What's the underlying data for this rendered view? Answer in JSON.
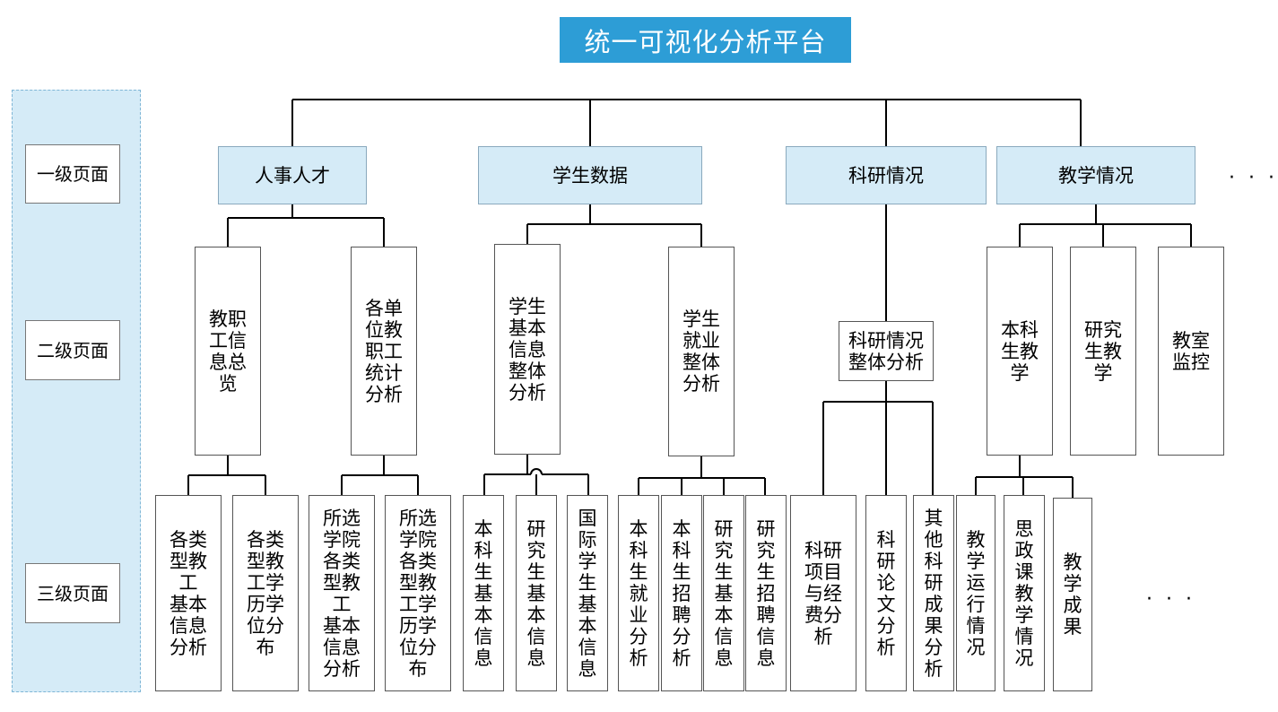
{
  "title": "统一可视化分析平台",
  "levels": {
    "l1": "一级页面",
    "l2": "二级页面",
    "l3": "三级页面"
  },
  "first_level": {
    "hr": "人事人才",
    "students": "学生数据",
    "research": "科研情况",
    "teaching": "教学情况"
  },
  "second_level": {
    "hr_1": "教职\n工信\n息总\n览",
    "hr_2": "各单\n位教\n职工\n统计\n分析",
    "stu_1": "学生\n基本\n信息\n整体\n分析",
    "stu_2": "学生\n就业\n整体\n分析",
    "res_1": "科研情况\n整体分析",
    "tea_1": "本科\n生教\n学",
    "tea_2": "研究\n生教\n学",
    "tea_3": "教室\n监控"
  },
  "third_level": {
    "hr_1a": "各类\n型教\n工\n基本\n信息\n分析",
    "hr_1b": "各类\n型教\n工学\n历学\n位分\n布",
    "hr_2a": "所选\n学院\n各类\n型教\n工\n基本\n信息\n分析",
    "hr_2b": "所选\n学院\n各类\n型教\n工学\n历学\n位分\n布",
    "stu_1a": "本\n科\n生\n基\n本\n信\n息",
    "stu_1b": "研\n究\n生\n基\n本\n信\n息",
    "stu_1c": "国\n际\n学\n生\n基\n本\n信\n息",
    "stu_2a": "本\n科\n生\n就\n业\n分\n析",
    "stu_2b": "本\n科\n生\n招\n聘\n分\n析",
    "stu_2c": "研\n究\n生\n基\n本\n信\n息",
    "stu_2d": "研\n究\n生\n招\n聘\n信\n息",
    "res_1a": "科研\n项目\n与经\n费分\n析",
    "res_1b": "科\n研\n论\n文\n分\n析",
    "res_1c": "其\n他\n科\n研\n成\n果\n分\n析",
    "tea_1a": "教\n学\n运\n行\n情\n况",
    "tea_1b": "思\n政\n课\n教\n学\n情\n况",
    "tea_1c": "教\n学\n成\n果"
  },
  "ellipsis": "· · ·",
  "colors": {
    "title_bg": "#2d9dd6",
    "level1_bg": "#d5ebf7",
    "panel_bg": "#d5ebf7"
  }
}
